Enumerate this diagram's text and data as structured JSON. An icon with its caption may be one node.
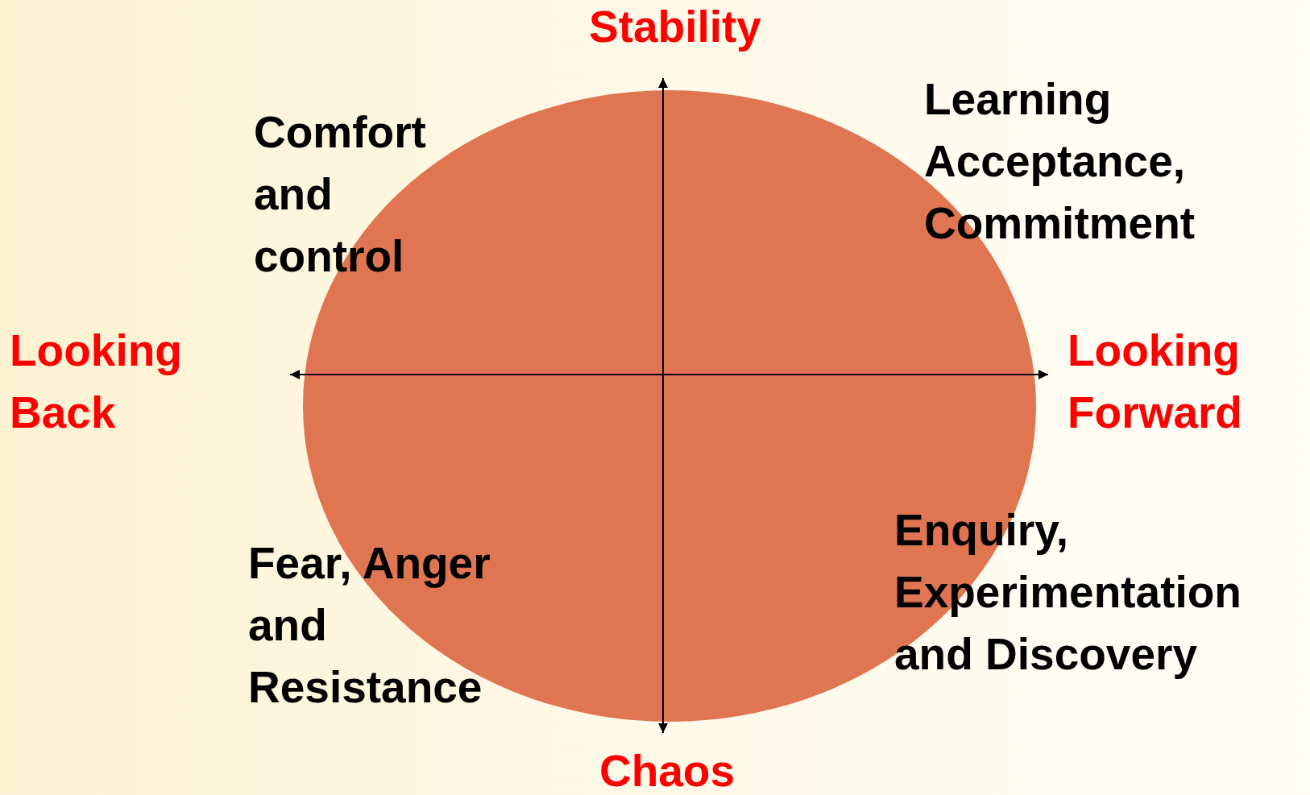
{
  "diagram": {
    "labels": [
      "Stability",
      "Learning Acceptance, Commitment",
      "Comfort and control",
      "Looking Back",
      "Looking Forward",
      "Fear, Anger and Resistance",
      "Enquiry, Experimentation and Discovery",
      "Chaos"
    ]
  }
}
